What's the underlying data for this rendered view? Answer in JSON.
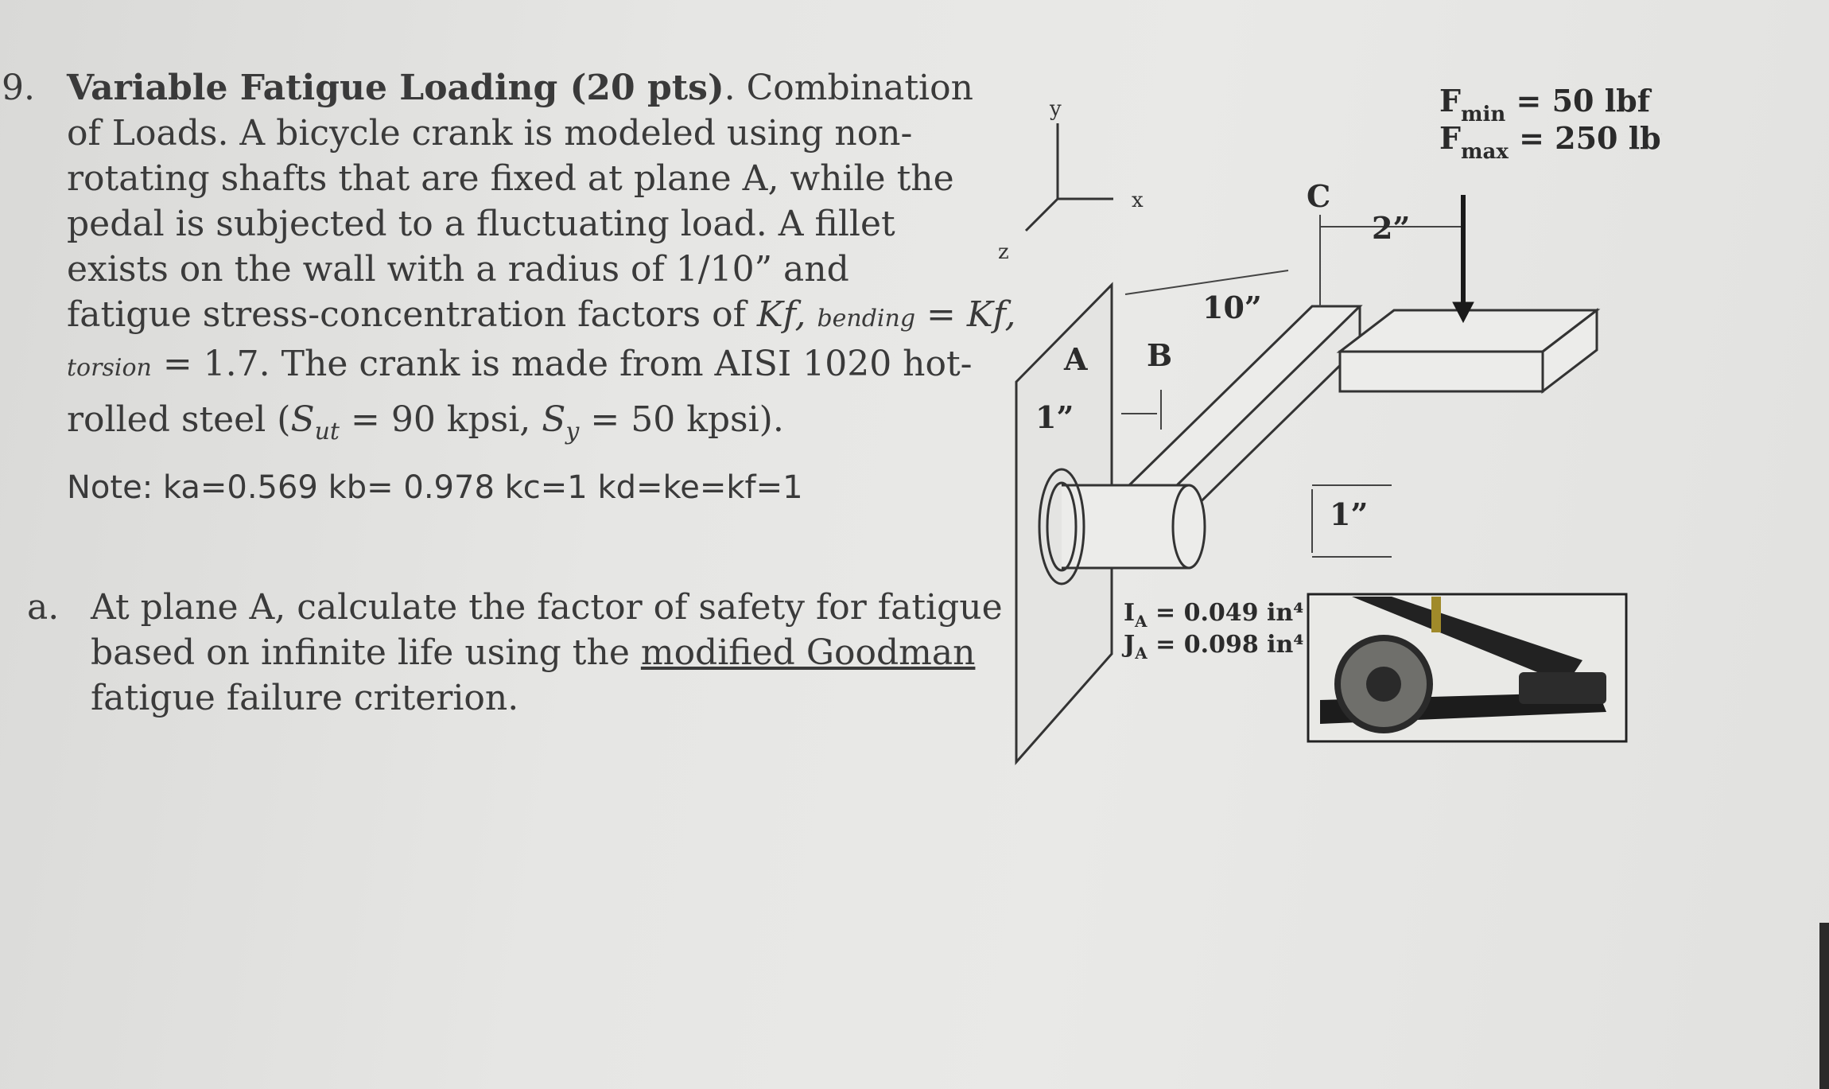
{
  "problem": {
    "number": "9.",
    "title": "Variable Fatigue Loading (20 pts)",
    "title_end": ".",
    "lines": [
      " Combination",
      "of Loads. A bicycle crank is modeled using non-",
      "rotating shafts that are fixed at plane A, while the",
      "pedal is subjected to a fluctuating load. A fillet",
      "exists on the wall with a radius of 1/10” and"
    ],
    "kf_line_start": "fatigue stress-concentration factors of ",
    "kf_symbol": "Kf,",
    "kf_bending_sub": "bending",
    "kf_eq": " = ",
    "kf_symbol2": "Kf,",
    "kf_torsion_sub": "torsion",
    "kf_rest": " = 1.7. The crank is made from AISI 1020 hot-",
    "steel_line": "rolled steel (",
    "sut_symbol": "S",
    "sut_sub": "ut",
    "sut_value": " = 90 kpsi, ",
    "sy_symbol": "S",
    "sy_sub": "y",
    "sy_value": " = 50 kpsi).",
    "note": "Note: ka=0.569 kb= 0.978 kc=1  kd=ke=kf=1"
  },
  "part_a": {
    "label": "a.",
    "line1": "At plane A, calculate the factor of safety for fatigue",
    "line2_start": "based on infinite life using the ",
    "line2_underline": "modified Goodman",
    "line3": "fatigue failure criterion."
  },
  "figure": {
    "axis_y": "y",
    "axis_x": "x",
    "axis_z": "z",
    "label_A": "A",
    "label_B": "B",
    "label_C": "C",
    "dim_10": "10”",
    "dim_2": "2”",
    "dim_1_left": "1”",
    "dim_1_right": "1”",
    "fmin": "F",
    "fmin_sub": "min",
    "fmin_value": " = 50 lbf",
    "fmax": "F",
    "fmax_sub": "max",
    "fmax_value": " = 250 lbf",
    "ia": "I",
    "ia_sub": "A",
    "ia_value": " = 0.049 in⁴",
    "ja": "J",
    "ja_sub": "A",
    "ja_value": " = 0.098 in⁴",
    "photo_icon": "bicycle-crank-photo"
  }
}
